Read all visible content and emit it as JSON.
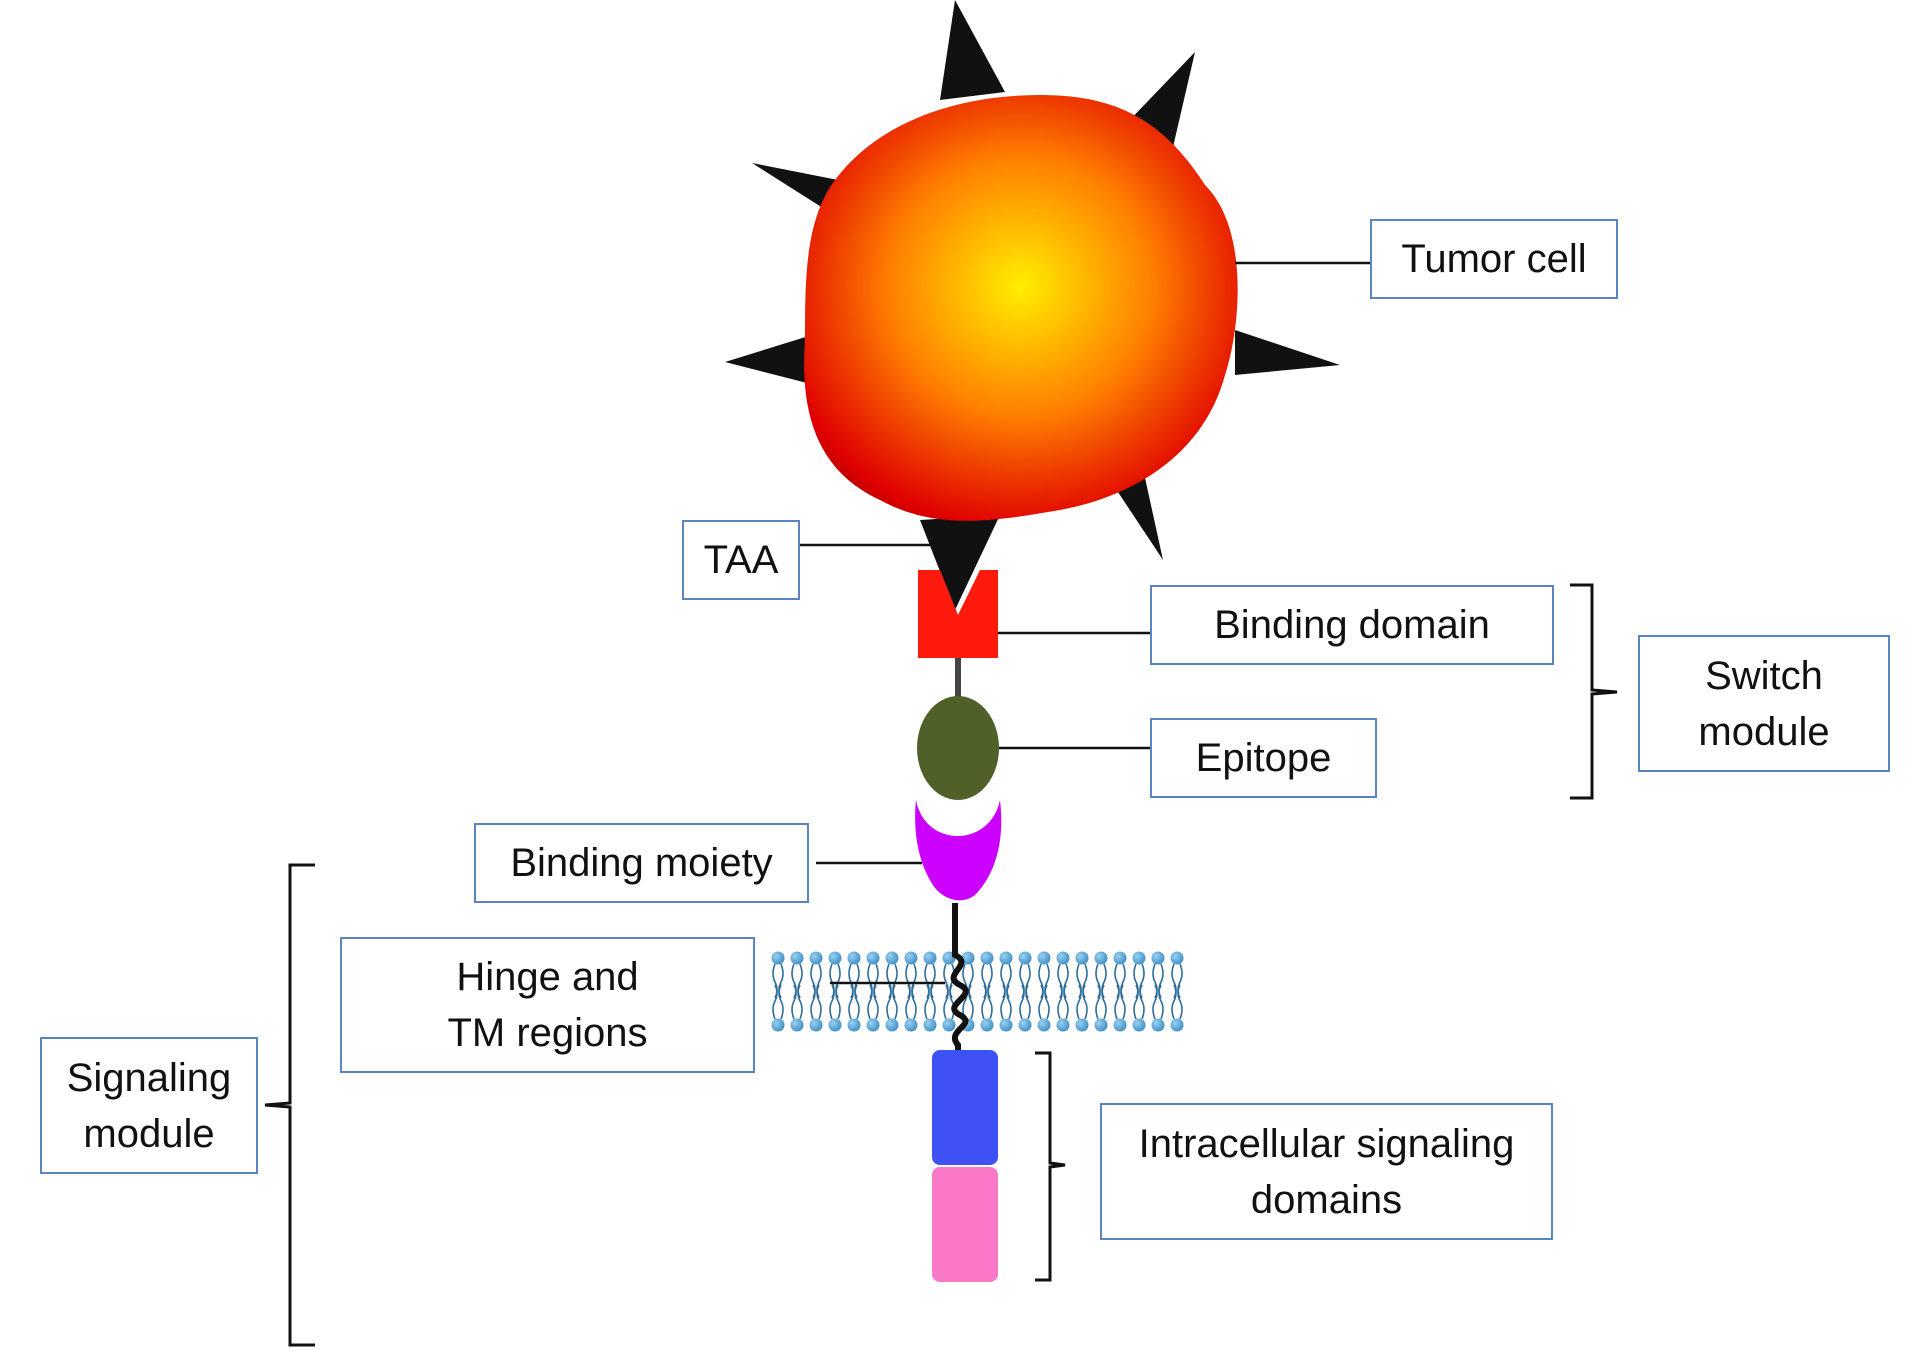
{
  "labels": {
    "tumor_cell": "Tumor cell",
    "taa": "TAA",
    "binding_domain": "Binding domain",
    "epitope": "Epitope",
    "switch_module": [
      "Switch",
      "module"
    ],
    "binding_moiety": "Binding moiety",
    "hinge_tm": [
      "Hinge and",
      "TM regions"
    ],
    "signaling_module": [
      "Signaling",
      "module"
    ],
    "intracellular_signaling": [
      "Intracellular signaling",
      "domains"
    ]
  },
  "colors": {
    "label_border": "#5b84c4",
    "tumor_center": "#ffee00",
    "tumor_mid": "#ff8000",
    "tumor_edge": "#e00000",
    "spike": "#111111",
    "binding_domain": "#ff1a0d",
    "epitope": "#4f6128",
    "binding_moiety": "#cc00ff",
    "signaling_domain_1": "#3d51f5",
    "signaling_domain_2": "#f978c8",
    "membrane": "#6fb2dc"
  }
}
